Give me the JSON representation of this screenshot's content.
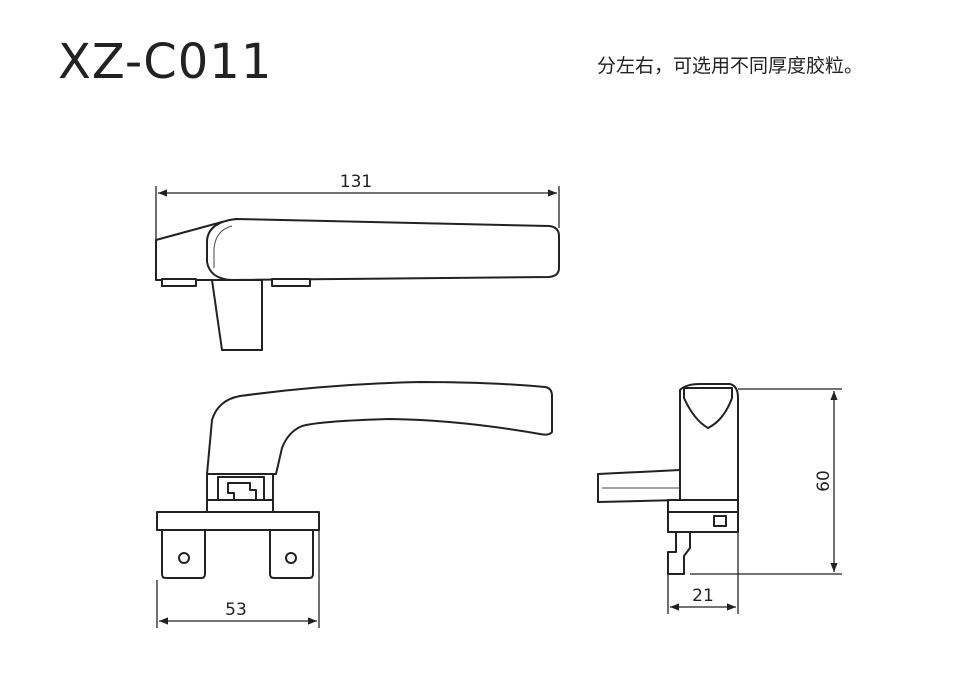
{
  "header": {
    "model": "XZ-C011",
    "note": "分左右，可选用不同厚度胶粒。"
  },
  "dimensions": {
    "top_length": "131",
    "base_width": "53",
    "side_height": "60",
    "side_depth": "21"
  },
  "colors": {
    "line": "#222222",
    "background": "#ffffff"
  }
}
